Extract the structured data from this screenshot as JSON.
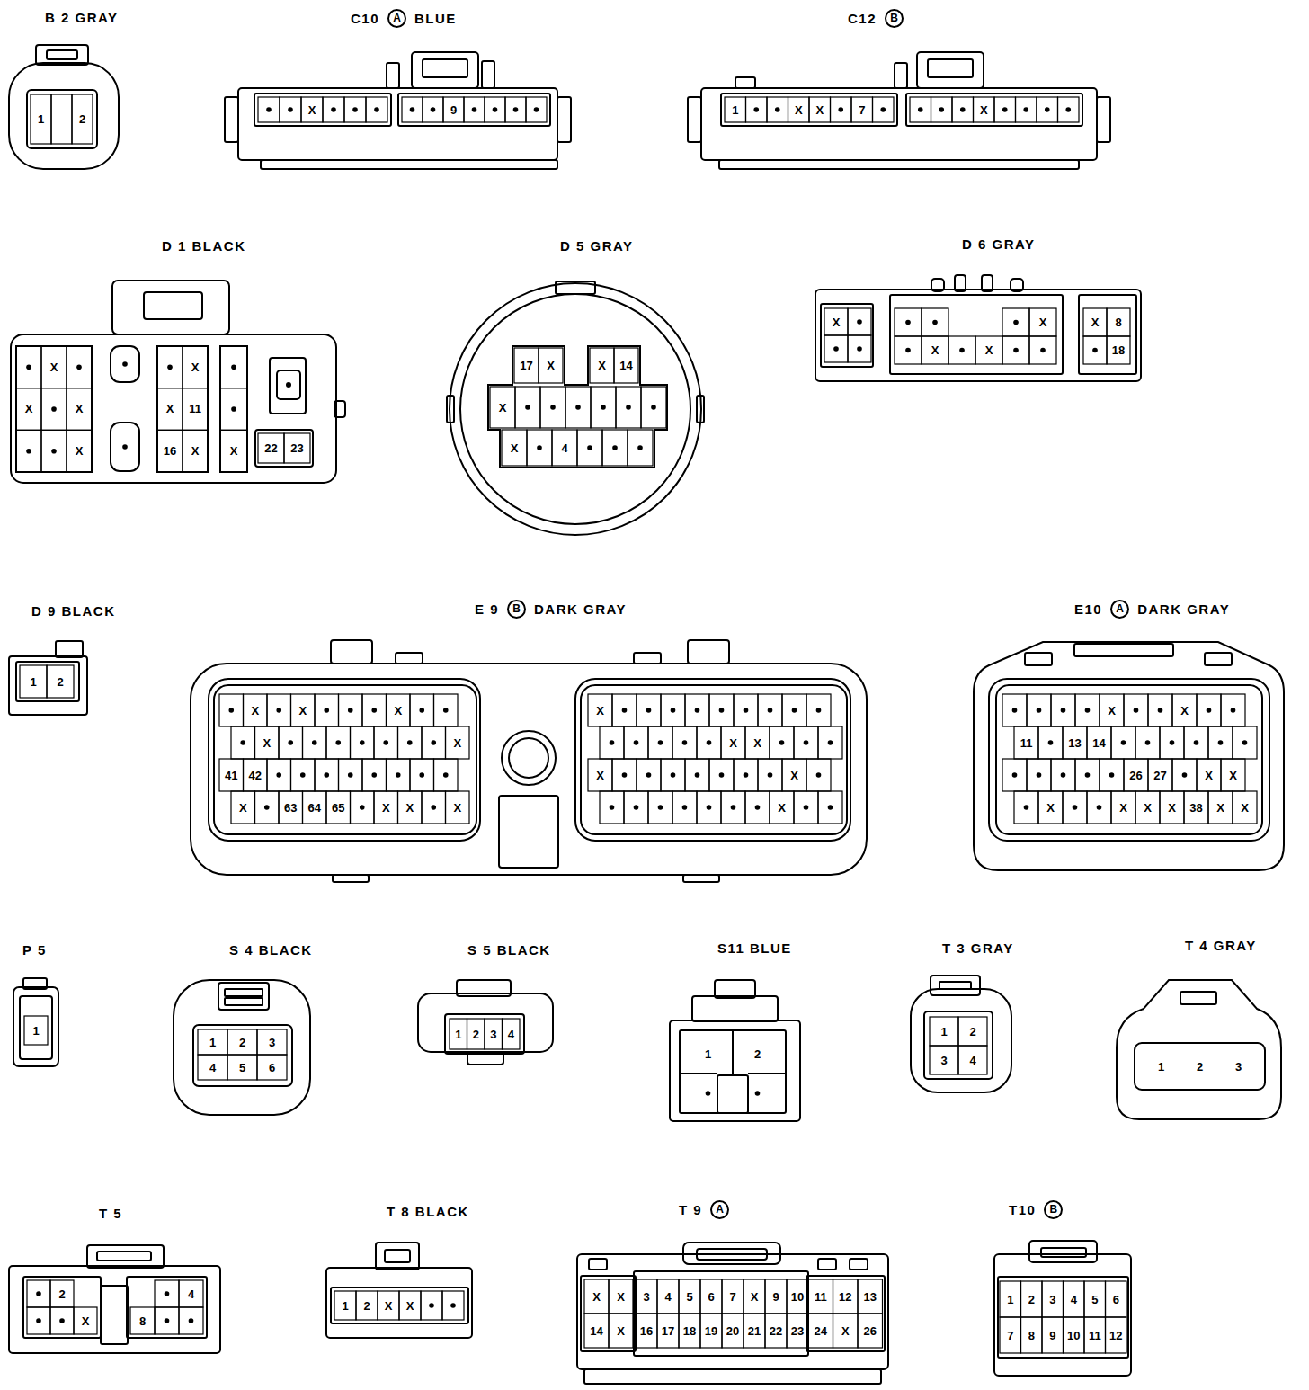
{
  "diagram": {
    "nodes": [
      {
        "text": [
          "B 2 GRAY",
          "1",
          "2"
        ]
      },
      {
        "text": [
          "C10",
          "A",
          "BLUE",
          "X",
          "9"
        ]
      },
      {
        "text": [
          "C12",
          "B",
          "1",
          "X",
          "X",
          "7",
          "X"
        ]
      },
      {
        "text": [
          "D 1 BLACK",
          "X",
          "X",
          "X",
          "X",
          "X",
          "X",
          "11",
          "16",
          "X",
          "X",
          "22",
          "23"
        ]
      },
      {
        "text": [
          "D 5 GRAY",
          "17",
          "X",
          "X",
          "14",
          "X",
          "X",
          "4"
        ]
      },
      {
        "text": [
          "D 6 GRAY",
          "X",
          "X",
          "X",
          "X",
          "X",
          "8",
          "18"
        ]
      },
      {
        "text": [
          "D 9 BLACK",
          "1",
          "2"
        ]
      },
      {
        "text": [
          "E 9",
          "B",
          "DARK GRAY",
          "X",
          "X",
          "X",
          "X",
          "X",
          "41",
          "42",
          "X",
          "63",
          "64",
          "65",
          "X",
          "X",
          "X",
          "X",
          "X",
          "X",
          "X",
          "X",
          "X"
        ]
      },
      {
        "text": [
          "E10",
          "A",
          "DARK GRAY",
          "X",
          "X",
          "11",
          "13",
          "14",
          "26",
          "27",
          "X",
          "X",
          "X",
          "X",
          "X",
          "X",
          "38",
          "X",
          "X"
        ]
      },
      {
        "text": [
          "P 5",
          "1"
        ]
      },
      {
        "text": [
          "S 4 BLACK",
          "1",
          "2",
          "3",
          "4",
          "5",
          "6"
        ]
      },
      {
        "text": [
          "S 5 BLACK",
          "1",
          "2",
          "3",
          "4"
        ]
      },
      {
        "text": [
          "S11 BLUE",
          "1",
          "2"
        ]
      },
      {
        "text": [
          "T 3 GRAY",
          "1",
          "2",
          "3",
          "4"
        ]
      },
      {
        "text": [
          "T 4 GRAY",
          "1",
          "2",
          "3"
        ]
      },
      {
        "text": [
          "T 5",
          "2",
          "X",
          "4",
          "8"
        ]
      },
      {
        "text": [
          "T 8 BLACK",
          "1",
          "2",
          "X",
          "X"
        ]
      },
      {
        "text": [
          "T 9",
          "A",
          "X",
          "X",
          "3",
          "4",
          "5",
          "6",
          "7",
          "X",
          "9",
          "10",
          "11",
          "12",
          "13",
          "14",
          "X",
          "16",
          "17",
          "18",
          "19",
          "20",
          "21",
          "22",
          "23",
          "24",
          "X",
          "26"
        ]
      },
      {
        "text": [
          "T10",
          "B",
          "1",
          "2",
          "3",
          "4",
          "5",
          "6",
          "7",
          "8",
          "9",
          "10",
          "11",
          "12"
        ]
      }
    ]
  }
}
